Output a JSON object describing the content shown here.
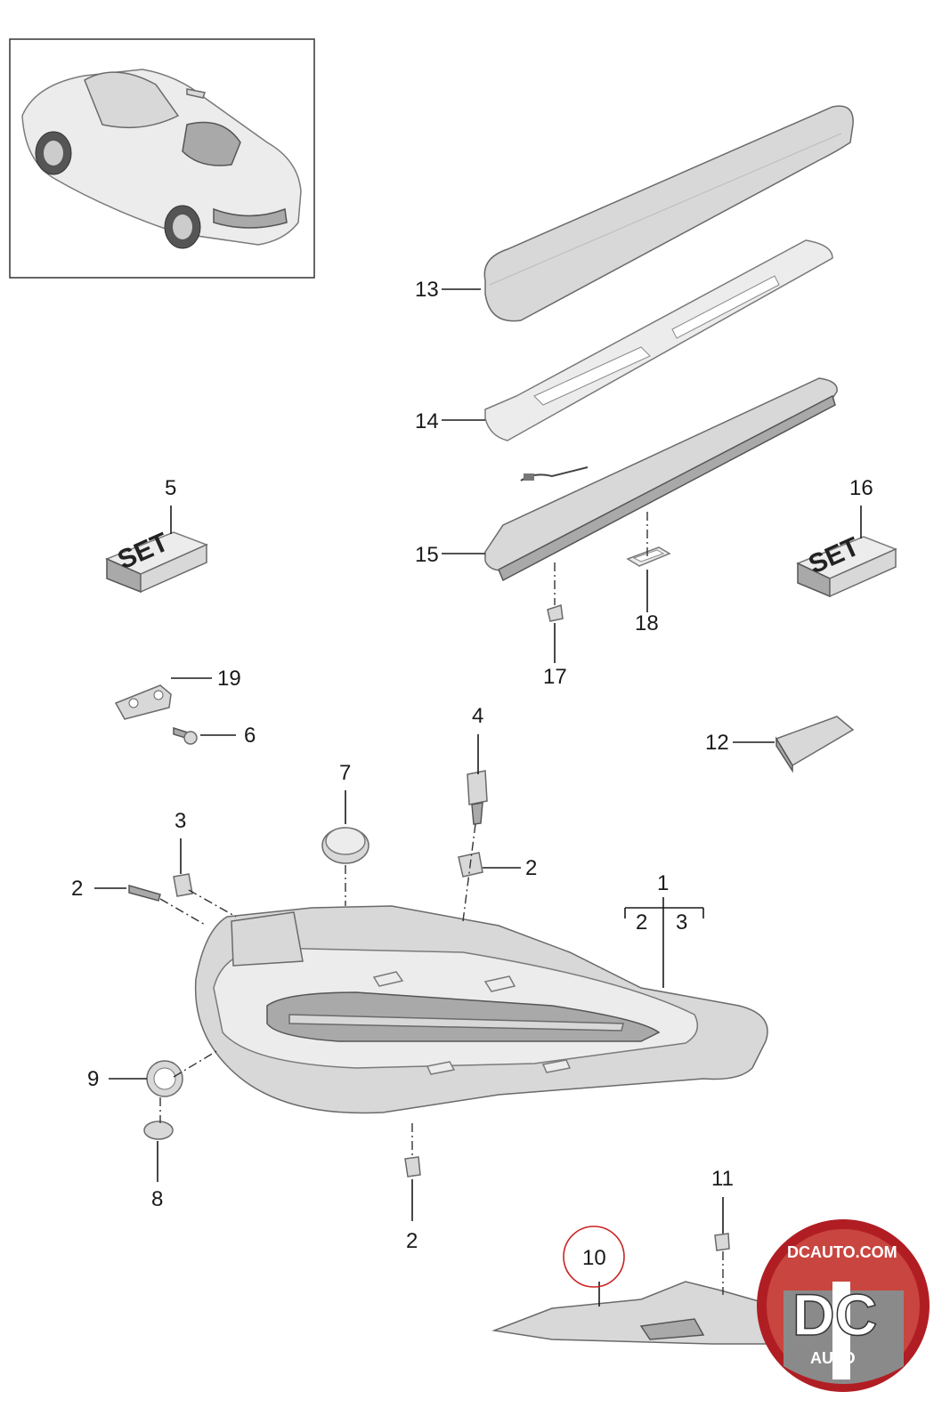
{
  "callouts": {
    "c1": "1",
    "c2a": "2",
    "c2b": "2",
    "c2c": "2",
    "c2sub": "2",
    "c3a": "3",
    "c3sub": "3",
    "c4": "4",
    "c5": "5",
    "c6": "6",
    "c7": "7",
    "c8": "8",
    "c9": "9",
    "c10": "10",
    "c11": "11",
    "c12": "12",
    "c13": "13",
    "c14": "14",
    "c15": "15",
    "c16": "16",
    "c17": "17",
    "c18": "18",
    "c19": "19"
  },
  "set_boxes": {
    "left": "SET",
    "right": "SET"
  },
  "watermark": {
    "top": "DCAUTO.COM",
    "mid": "DC",
    "bottom": "AUTO"
  },
  "colors": {
    "highlight_circle": "#cc2222",
    "logo_red": "#b01e23",
    "logo_gray": "#8a8a8a"
  }
}
